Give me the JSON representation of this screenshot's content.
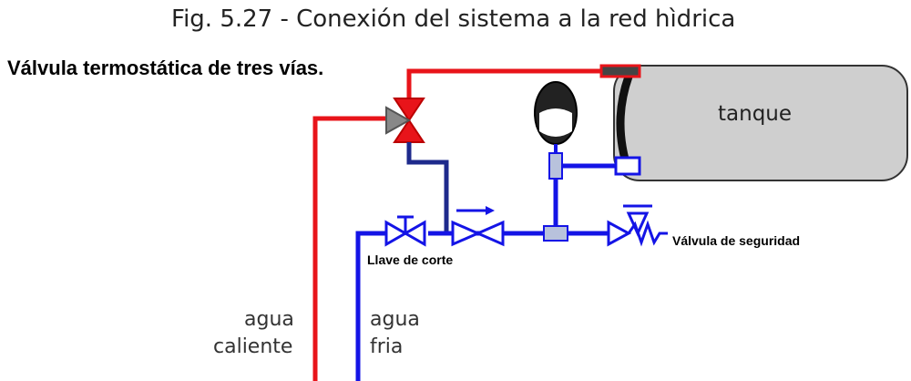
{
  "title": "Fig. 5.27 - Conexión del sistema a la red hìdrica",
  "labels": {
    "thermostatic_valve": "Válvula termostática de tres vías.",
    "tank": "tanque",
    "shutoff_valve": "Llave de corte",
    "safety_valve": "Válvula de seguridad",
    "hot_water_line1": "agua",
    "hot_water_line2": "caliente",
    "cold_water_line1": "agua",
    "cold_water_line2": "fria"
  },
  "colors": {
    "hot": "#e8141a",
    "cold": "#1414e6",
    "cold_dark": "#1e2a8c",
    "tank_fill": "#cfcfcf",
    "fitting": "#b8c2dc",
    "vessel": "#222222"
  }
}
